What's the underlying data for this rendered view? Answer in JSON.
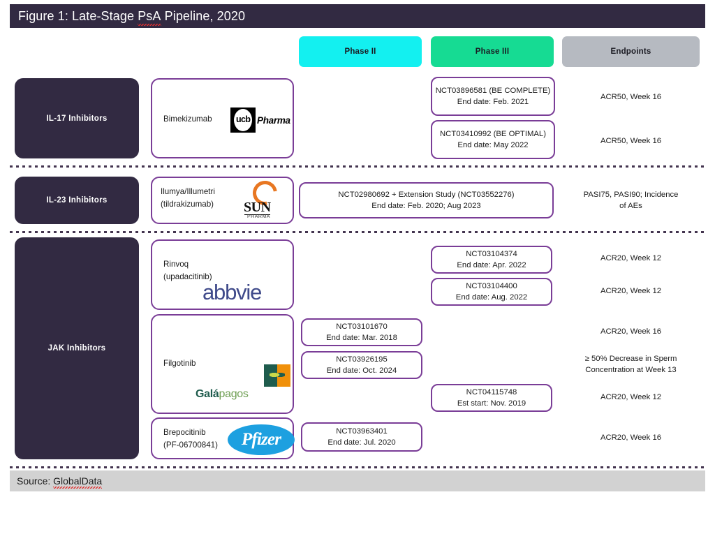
{
  "title": {
    "prefix": "Figure 1: Late-Stage ",
    "highlight": "PsA",
    "suffix": " Pipeline, 2020"
  },
  "columns": {
    "phase2": "Phase II",
    "phase3": "Phase III",
    "endpoints": "Endpoints"
  },
  "classes": [
    {
      "label": "IL-17 Inhibitors"
    },
    {
      "label": "IL-23 Inhibitors"
    },
    {
      "label": "JAK Inhibitors"
    }
  ],
  "drugs": [
    {
      "name": "Bimekizumab",
      "company": "UCB Pharma",
      "logo": "ucb-pharma-logo"
    },
    {
      "name": "Ilumya/Illumetri\n(tildrakizumab)",
      "company": "Sun Pharma",
      "logo": "sun-pharma-logo"
    },
    {
      "name": "Rinvoq\n(upadacitinib)",
      "company": "AbbVie",
      "logo": "abbvie-logo"
    },
    {
      "name": "Filgotinib",
      "company": "Galapagos",
      "logo": "galapagos-logo"
    },
    {
      "name": "Brepocitinib\n(PF-06700841)",
      "company": "Pfizer",
      "logo": "pfizer-logo"
    }
  ],
  "logos": {
    "ucb_letters": "ucb",
    "ucb_word": "Pharma",
    "sun_word": "SUN",
    "sun_sub": "PHARMA",
    "abbvie_word": "abbvie",
    "galapagos_part1": "Gal",
    "galapagos_accent": "á",
    "galapagos_part2": "pagos",
    "pfizer_word": "Pfizer"
  },
  "trials": [
    {
      "id": "trial-bimeki-1",
      "phase": "Phase III",
      "text": "NCT03896581 (BE COMPLETE)\nEnd date: Feb. 2021"
    },
    {
      "id": "trial-bimeki-2",
      "phase": "Phase III",
      "text": "NCT03410992 (BE OPTIMAL)\nEnd date: May 2022"
    },
    {
      "id": "trial-ilumya",
      "phase": "Phase II",
      "text": "NCT02980692 + Extension Study (NCT03552276)\nEnd date: Feb. 2020; Aug 2023"
    },
    {
      "id": "trial-rinvoq-1",
      "phase": "Phase III",
      "text": "NCT03104374\nEnd date: Apr. 2022"
    },
    {
      "id": "trial-rinvoq-2",
      "phase": "Phase III",
      "text": "NCT03104400\nEnd date: Aug. 2022"
    },
    {
      "id": "trial-filgo-1",
      "phase": "Phase II",
      "text": "NCT03101670\nEnd date: Mar. 2018"
    },
    {
      "id": "trial-filgo-2",
      "phase": "Phase II",
      "text": "NCT03926195\nEnd date: Oct. 2024"
    },
    {
      "id": "trial-filgo-3",
      "phase": "Phase III",
      "text": "NCT04115748\nEst start: Nov. 2019"
    },
    {
      "id": "trial-brepo-1",
      "phase": "Phase II",
      "text": "NCT03963401\nEnd date: Jul. 2020"
    }
  ],
  "endpoints": [
    "ACR50, Week 16",
    "ACR50, Week 16",
    "PASI75, PASI90; Incidence\nof AEs",
    "ACR20, Week 12",
    "ACR20, Week 12",
    "ACR20, Week 16",
    "≥ 50% Decrease in Sperm\nConcentration at Week 13",
    "ACR20, Week 12",
    "ACR20, Week 16"
  ],
  "footer": {
    "label": "Source: ",
    "source": "GlobalData"
  },
  "colors": {
    "dark": "#322A42",
    "purple_border": "#7A3D97",
    "phase2": "#13F0F0",
    "phase3": "#16DB93",
    "endpoints": "#B6BAC1",
    "footer_bg": "#D2D2D2"
  }
}
